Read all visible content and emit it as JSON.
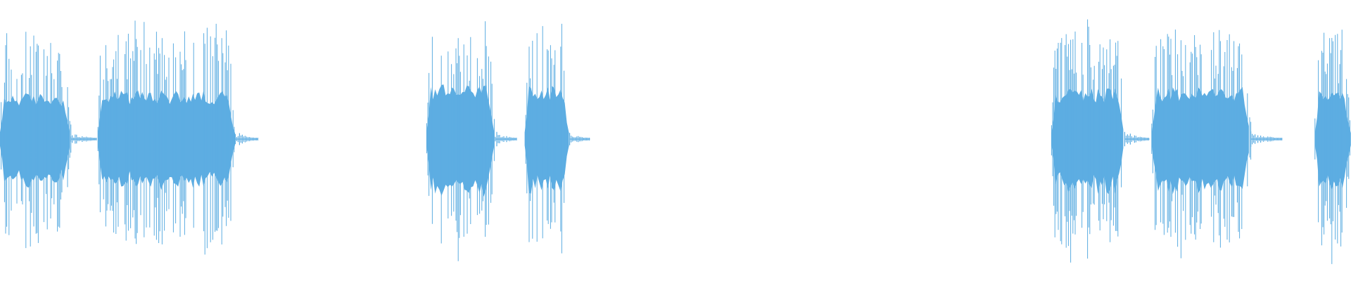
{
  "waveform": {
    "color": "#5DADE2",
    "background": "#ffffff",
    "duration_s": 60,
    "amplitude_range": [
      -1,
      1
    ],
    "bursts": [
      {
        "start_s": 0.0,
        "end_s": 3.15,
        "peak": 0.92,
        "body": 0.38,
        "tail_end_s": 4.3
      },
      {
        "start_s": 4.35,
        "end_s": 10.45,
        "peak": 0.95,
        "body": 0.4,
        "tail_end_s": 11.45
      },
      {
        "start_s": 18.95,
        "end_s": 22.0,
        "peak": 1.0,
        "body": 0.45,
        "tail_end_s": 22.95
      },
      {
        "start_s": 23.3,
        "end_s": 25.3,
        "peak": 1.0,
        "body": 0.45,
        "tail_end_s": 26.2
      },
      {
        "start_s": 46.7,
        "end_s": 49.95,
        "peak": 0.97,
        "body": 0.42,
        "tail_end_s": 51.05
      },
      {
        "start_s": 51.15,
        "end_s": 55.55,
        "peak": 1.0,
        "body": 0.43,
        "tail_end_s": 56.95
      },
      {
        "start_s": 58.4,
        "end_s": 60.0,
        "peak": 1.0,
        "body": 0.4,
        "tail_end_s": 60.0
      }
    ]
  }
}
